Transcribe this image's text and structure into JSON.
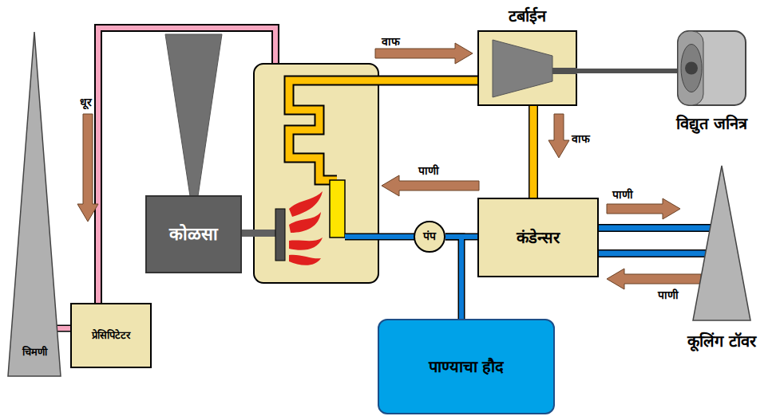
{
  "diagram": {
    "nodes": [
      {
        "text": [
          "टर्बाईन"
        ]
      },
      {
        "text": [
          "विद्युत जनित्र"
        ]
      },
      {
        "text": [
          "कोळसा"
        ]
      },
      {
        "text": [
          "पंप"
        ]
      },
      {
        "text": [
          "कंडेन्सर"
        ]
      },
      {
        "text": [
          "कूलिंग टॉवर"
        ]
      },
      {
        "text": [
          "प्रेसिपिटेटर"
        ]
      },
      {
        "text": [
          "चिमणी"
        ]
      },
      {
        "text": [
          "पाण्याचा हौद"
        ]
      }
    ],
    "edges": [
      {
        "from": 0,
        "to": 1,
        "arrow": "none"
      },
      {
        "from": 0,
        "to": 4,
        "arrow": "none"
      },
      {
        "from": 4,
        "to": 3,
        "arrow": "none"
      },
      {
        "from": 4,
        "to": 5,
        "arrow": "none"
      },
      {
        "from": 4,
        "to": 5,
        "arrow": "none"
      },
      {
        "from": 8,
        "to": 3,
        "arrow": "none"
      },
      {
        "from": 6,
        "to": 7,
        "arrow": "none"
      }
    ],
    "labels": [
      "वाफ",
      "धूर",
      "वाफ",
      "पाणी",
      "पाणी",
      "पाणी"
    ]
  }
}
